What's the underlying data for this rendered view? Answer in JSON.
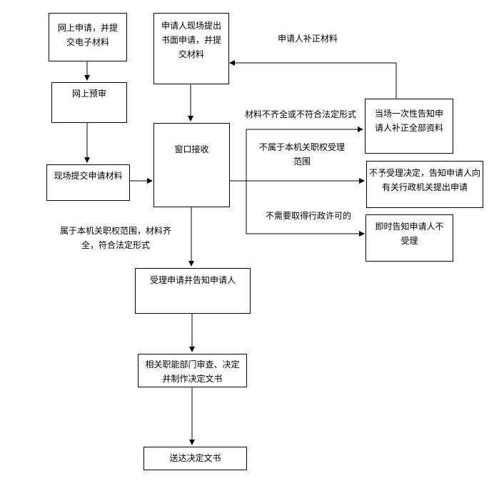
{
  "diagram": {
    "nodes": {
      "online_apply": "网上申请，并提交电子材料",
      "online_precheck": "网上预审",
      "onsite_submit": "现场提交申请材料",
      "written_apply": "申请人现场提出书面申请，并提交材料",
      "window_receive": "窗口接收",
      "notify_supplement": "当场一次性告知申请人补正全部资料",
      "reject_redirect": "不予受理决定，告知申请人向有关行政机关提出申请",
      "notify_reject": "即时告知申请人不受理",
      "accept_notify": "受理申请并告知申请人",
      "review_decide": "相关职能部门审查、决定并制作决定文书",
      "deliver": "送达决定文书"
    },
    "edge_labels": {
      "supplement": "申请人补正材料",
      "incomplete": "材料不齐全或不符合法定形式",
      "out_of_scope": "不属于本机关职权受理范围",
      "no_permit_needed": "不需要取得行政许可的",
      "in_scope_complete": "属于本机关职权范围，材料齐全，符合法定形式"
    },
    "colors": {
      "line": "#000000",
      "box_border": "#000000",
      "background": "#ffffff"
    }
  }
}
